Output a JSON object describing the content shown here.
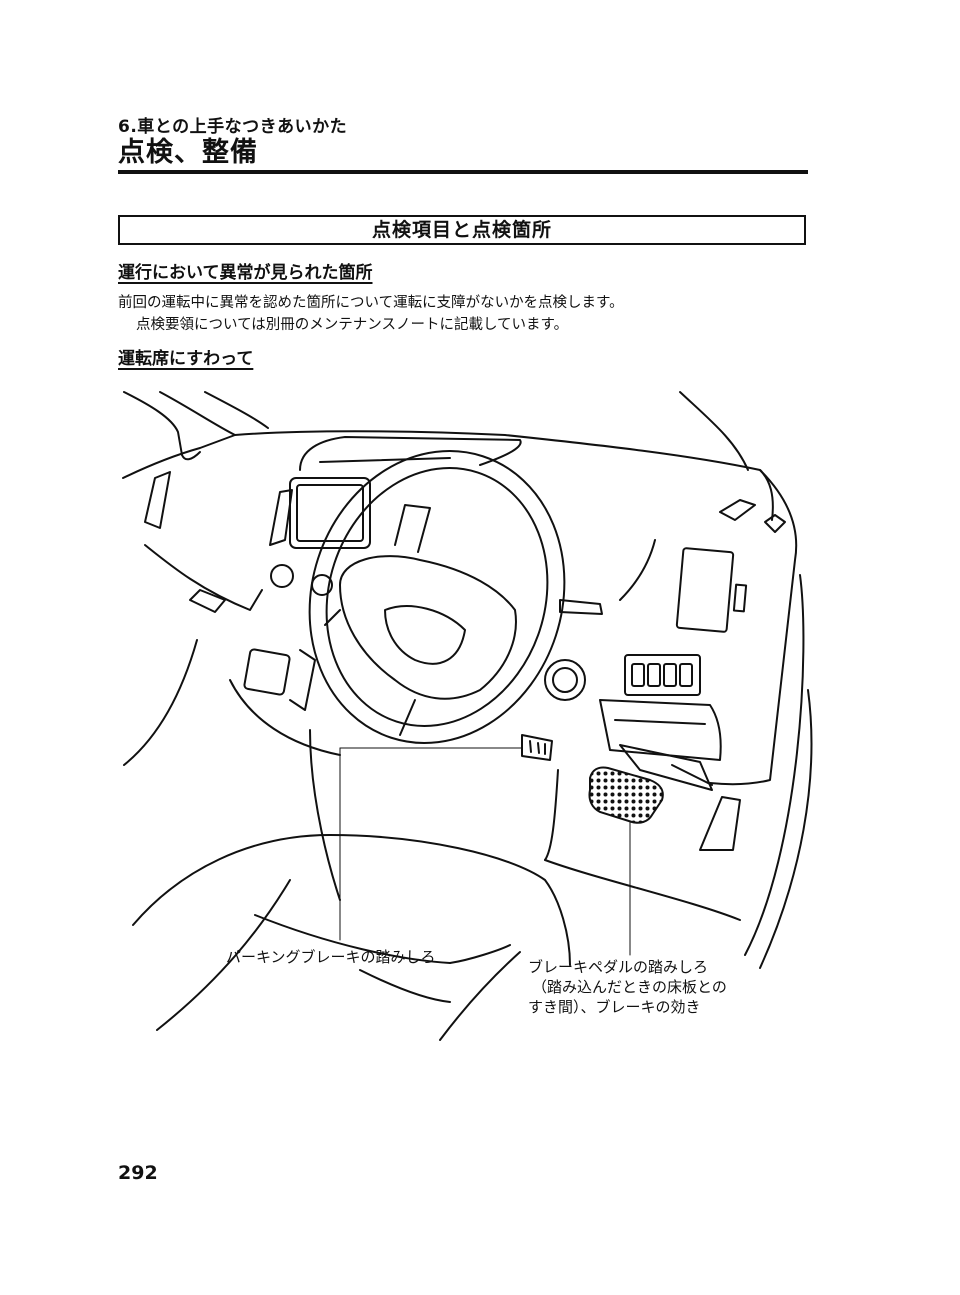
{
  "header": {
    "chapter": "6.車との上手なつきあいかた",
    "title": "点検、整備"
  },
  "section": {
    "heading": "点検項目と点検箇所",
    "sub1": "運行において異常が見られた箇所",
    "para1": "前回の運転中に異常を認めた箇所について運転に支障がないかを点検します。",
    "para2": "点検要領については別冊のメンテナンスノートに記載しています。",
    "sub2": "運転席にすわって"
  },
  "illustration": {
    "callout_parking": "パーキングブレーキの踏みしろ",
    "callout_brake_1": "ブレーキペダルの踏みしろ",
    "callout_brake_2": "（踏み込んだときの床板との",
    "callout_brake_3": "すき間）、ブレーキの効き"
  },
  "footer": {
    "page_number": "292"
  }
}
